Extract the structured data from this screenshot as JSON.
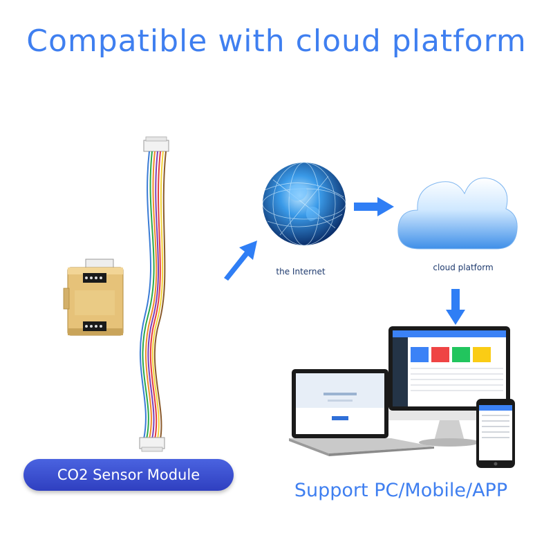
{
  "title": "Compatible with cloud platform",
  "internet_label": "the Internet",
  "cloud_label": "cloud platform",
  "sensor_label": "CO2 Sensor Module",
  "support_label": "Support PC/Mobile/APP",
  "colors": {
    "title_blue": "#3f7ff0",
    "arrow_blue": "#2f7ef5",
    "pill_blue": "#3a4fd0",
    "module_gold": "#e8c47a"
  }
}
